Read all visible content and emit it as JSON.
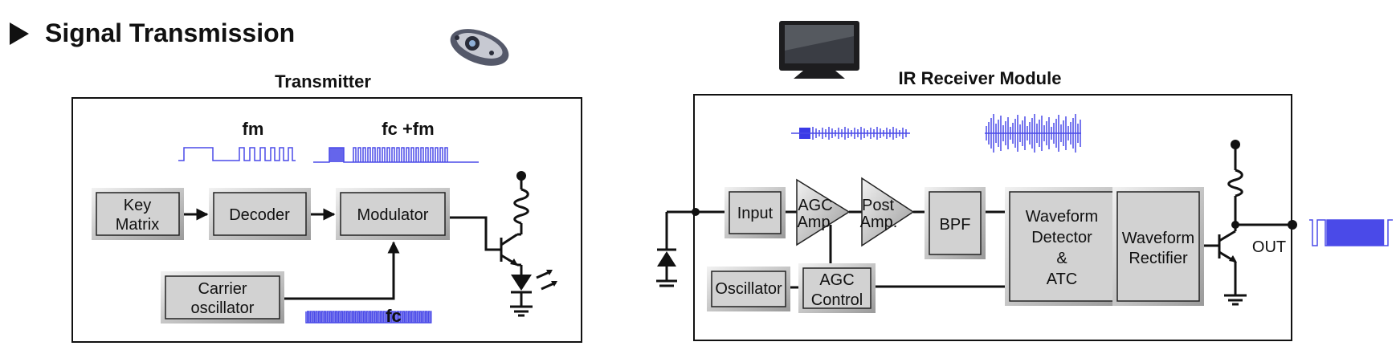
{
  "header": {
    "title": "Signal Transmission"
  },
  "transmitter": {
    "title": "Transmitter",
    "signal_fm": "fm",
    "signal_fcfm": "fc +fm",
    "signal_fc": "fc",
    "blocks": {
      "key_matrix": [
        "Key",
        "Matrix"
      ],
      "decoder": "Decoder",
      "modulator": "Modulator",
      "carrier": [
        "Carrier",
        "oscillator"
      ]
    }
  },
  "receiver": {
    "title": "IR Receiver Module",
    "output_label": "OUT",
    "blocks": {
      "input": "Input",
      "agc_amp": [
        "AGC",
        "Amp"
      ],
      "post_amp": [
        "Post",
        "Amp."
      ],
      "bpf": "BPF",
      "detector": [
        "Waveform",
        "Detector",
        "&",
        "ATC"
      ],
      "rectifier": [
        "Waveform",
        "Rectifier"
      ],
      "oscillator": "Oscillator",
      "agc_control": [
        "AGC",
        "Control"
      ]
    }
  },
  "colors": {
    "signal": "#4a4ae8",
    "block": "#d2d2d2",
    "line": "#111111"
  },
  "icons": [
    "play-arrow-icon",
    "remote-control-icon",
    "television-icon",
    "ir-led-icon",
    "photodiode-icon",
    "transistor-icon",
    "ground-icon"
  ]
}
